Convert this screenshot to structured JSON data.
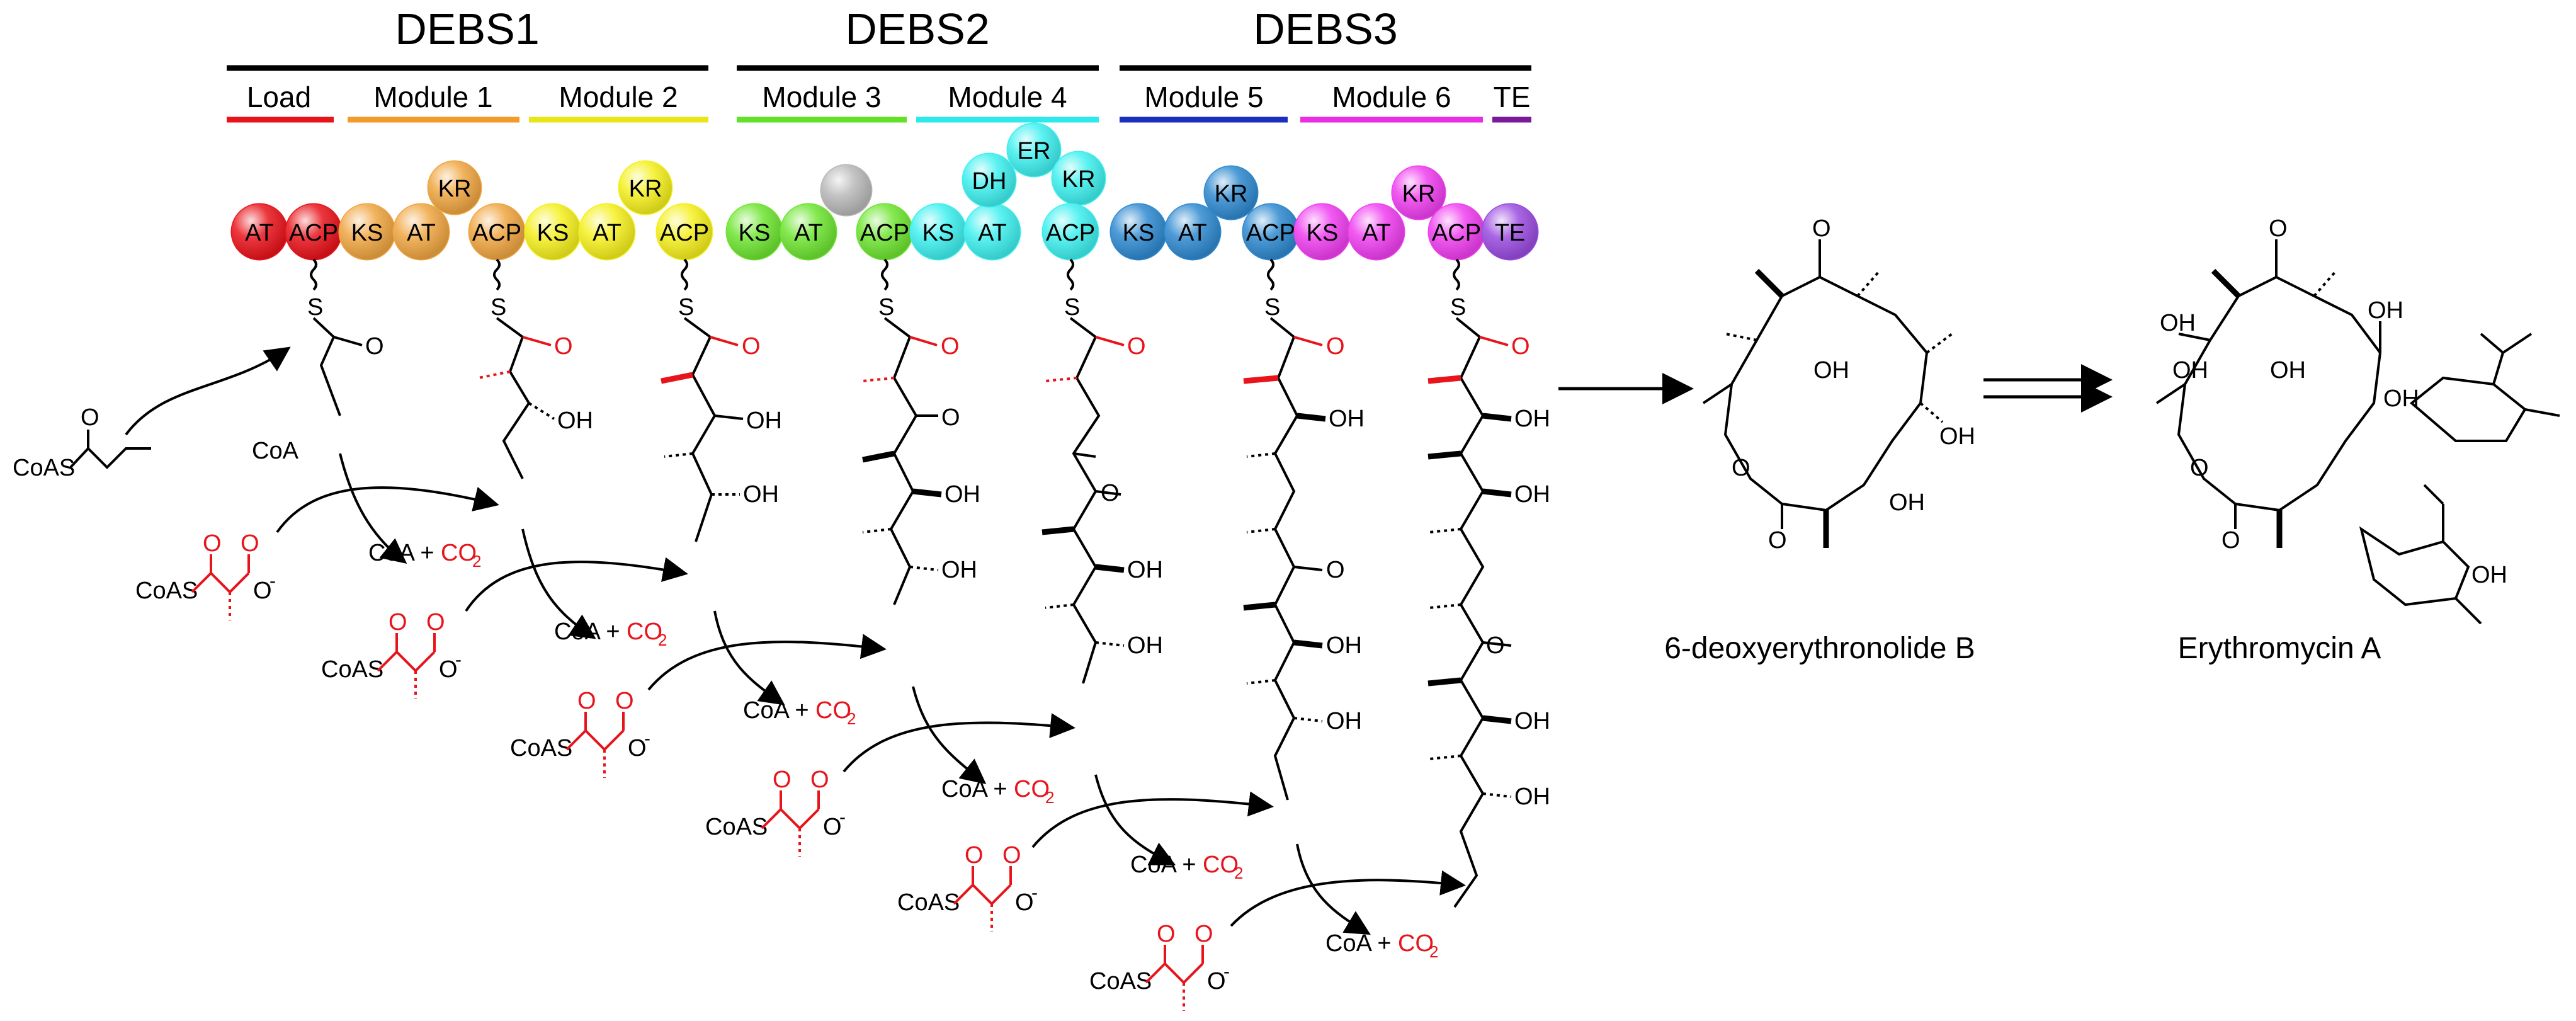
{
  "headers": [
    "DEBS1",
    "DEBS2",
    "DEBS3"
  ],
  "modules": [
    {
      "label": "Load",
      "color": "#e8141b"
    },
    {
      "label": "Module 1",
      "color": "#f29b2b"
    },
    {
      "label": "Module 2",
      "color": "#e8e61a"
    },
    {
      "label": "Module 3",
      "color": "#63e02a"
    },
    {
      "label": "Module 4",
      "color": "#2ee8ea"
    },
    {
      "label": "Module 5",
      "color": "#1a2fbf"
    },
    {
      "label": "Module 6",
      "color": "#ea2ee3"
    },
    {
      "label": "TE",
      "color": "#7a1a9b"
    }
  ],
  "domains": [
    {
      "label": "AT",
      "color": "#e8141b"
    },
    {
      "label": "ACP",
      "color": "#e8141b"
    },
    {
      "label": "KS",
      "color": "#f0a642"
    },
    {
      "label": "AT",
      "color": "#f0a642"
    },
    {
      "label": "KR",
      "color": "#f0a642"
    },
    {
      "label": "ACP",
      "color": "#f0a642"
    },
    {
      "label": "KS",
      "color": "#f5f01e"
    },
    {
      "label": "AT",
      "color": "#f5f01e"
    },
    {
      "label": "KR",
      "color": "#f5f01e"
    },
    {
      "label": "ACP",
      "color": "#f5f01e"
    },
    {
      "label": "KS",
      "color": "#6fe532"
    },
    {
      "label": "AT",
      "color": "#6fe532"
    },
    {
      "label": "",
      "color": "#b9b9b9"
    },
    {
      "label": "ACP",
      "color": "#6fe532"
    },
    {
      "label": "KS",
      "color": "#3ff0f0"
    },
    {
      "label": "AT",
      "color": "#3ff0f0"
    },
    {
      "label": "DH",
      "color": "#3ff0f0"
    },
    {
      "label": "ER",
      "color": "#3ff0f0"
    },
    {
      "label": "KR",
      "color": "#3ff0f0"
    },
    {
      "label": "ACP",
      "color": "#3ff0f0"
    },
    {
      "label": "KS",
      "color": "#2f8ad0"
    },
    {
      "label": "AT",
      "color": "#2f8ad0"
    },
    {
      "label": "KR",
      "color": "#2f8ad0"
    },
    {
      "label": "ACP",
      "color": "#2f8ad0"
    },
    {
      "label": "KS",
      "color": "#f03ff0"
    },
    {
      "label": "AT",
      "color": "#f03ff0"
    },
    {
      "label": "KR",
      "color": "#f03ff0"
    },
    {
      "label": "ACP",
      "color": "#f03ff0"
    },
    {
      "label": "TE",
      "color": "#9b4ce0"
    }
  ],
  "atoms": {
    "s": "S",
    "o": "O",
    "oh": "OH",
    "coa": "CoA",
    "coa_plus": "CoA +",
    "co2": "CO",
    "co2_sub": "2",
    "coas": "CoAS",
    "o_minus": "O",
    "minus": "-"
  },
  "captions": {
    "dolb": "6-deoxyerythronolide B",
    "ery": "Erythromycin A"
  },
  "colors": {
    "extender_red": "#e8141b",
    "black": "#000000"
  }
}
